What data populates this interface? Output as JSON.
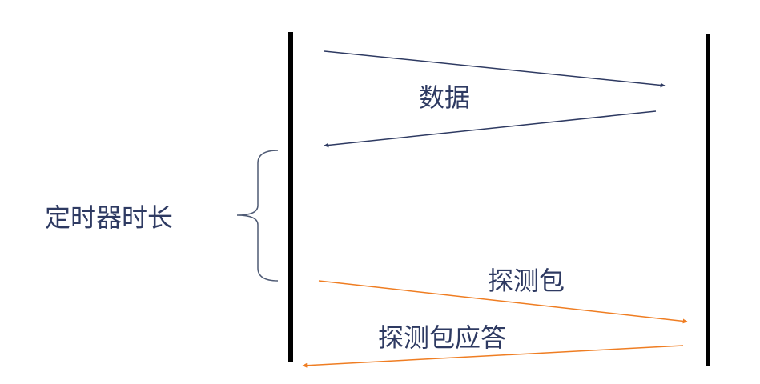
{
  "colors": {
    "timeline": "#000000",
    "data_arrow": "#2e3a62",
    "probe_arrow": "#ef7d22",
    "brace": "#4e5a74",
    "text": "#2e3a62"
  },
  "labels": {
    "data": "数据",
    "timer_duration": "定时器时长",
    "probe": "探测包",
    "probe_ack": "探测包应答"
  }
}
